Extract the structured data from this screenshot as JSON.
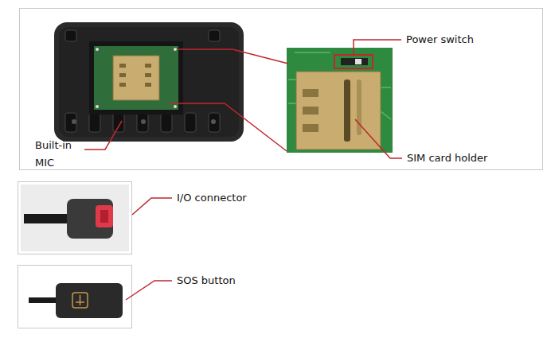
{
  "diagram": {
    "labels": [
      "Power switch",
      "Built-in MIC",
      "SIM card holder",
      "I/O connector",
      "SOS button"
    ]
  }
}
